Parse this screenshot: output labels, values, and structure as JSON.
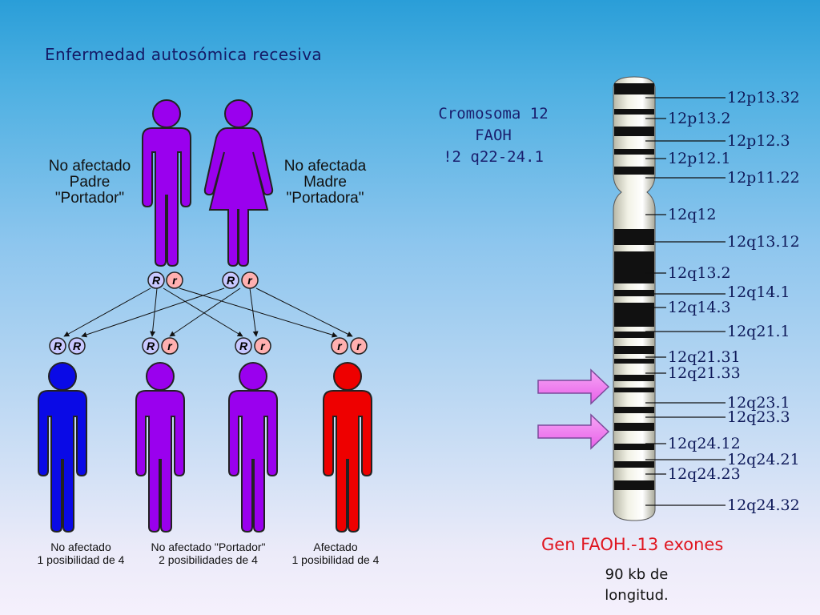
{
  "title": "Enfermedad autosómica recesiva",
  "parents": {
    "father": {
      "lines": [
        "No afectado",
        "Padre",
        "\"Portador\""
      ],
      "alleles": [
        "R",
        "r"
      ]
    },
    "mother": {
      "lines": [
        "No afectada",
        "Madre",
        "\"Portadora\""
      ],
      "alleles": [
        "R",
        "r"
      ]
    }
  },
  "children": [
    {
      "alleles": [
        "R",
        "R"
      ]
    },
    {
      "alleles": [
        "R",
        "r"
      ]
    },
    {
      "alleles": [
        "R",
        "r"
      ]
    },
    {
      "alleles": [
        "r",
        "r"
      ]
    }
  ],
  "child_labels": [
    {
      "line1": "No afectado",
      "line2": "1 posibilidad de 4"
    },
    {
      "line1": "No afectado \"Portador\"",
      "line2": "2 posibilidades de 4"
    },
    {
      "line1": "Afectado",
      "line2": "1 posibilidad de 4"
    }
  ],
  "chromosome": {
    "name": "Cromosoma 12",
    "gene": "FAOH",
    "locus": "!2 q22-24.1",
    "bands": [
      "12p13.32",
      "12p13.2",
      "12p12.3",
      "12p12.1",
      "12p11.22",
      "12q12",
      "12q13.12",
      "12q13.2",
      "12q14.1",
      "12q14.3",
      "12q21.1",
      "12q21.31",
      "12q21.33",
      "12q23.1",
      "12q23.3",
      "12q24.12",
      "12q24.21",
      "12q24.23",
      "12q24.32"
    ]
  },
  "gene_info": {
    "title": "Gen FAOH.-13 exones",
    "size_line1": "90 kb de",
    "size_line2": "longitud."
  },
  "colors": {
    "carrier": "#9900ee",
    "unaffected": "#0a0ae6",
    "affected": "#ee0000",
    "allele_dominant": "#c8c8ff",
    "allele_recessive": "#ffb0b0",
    "arrow": "#f07cf0"
  }
}
